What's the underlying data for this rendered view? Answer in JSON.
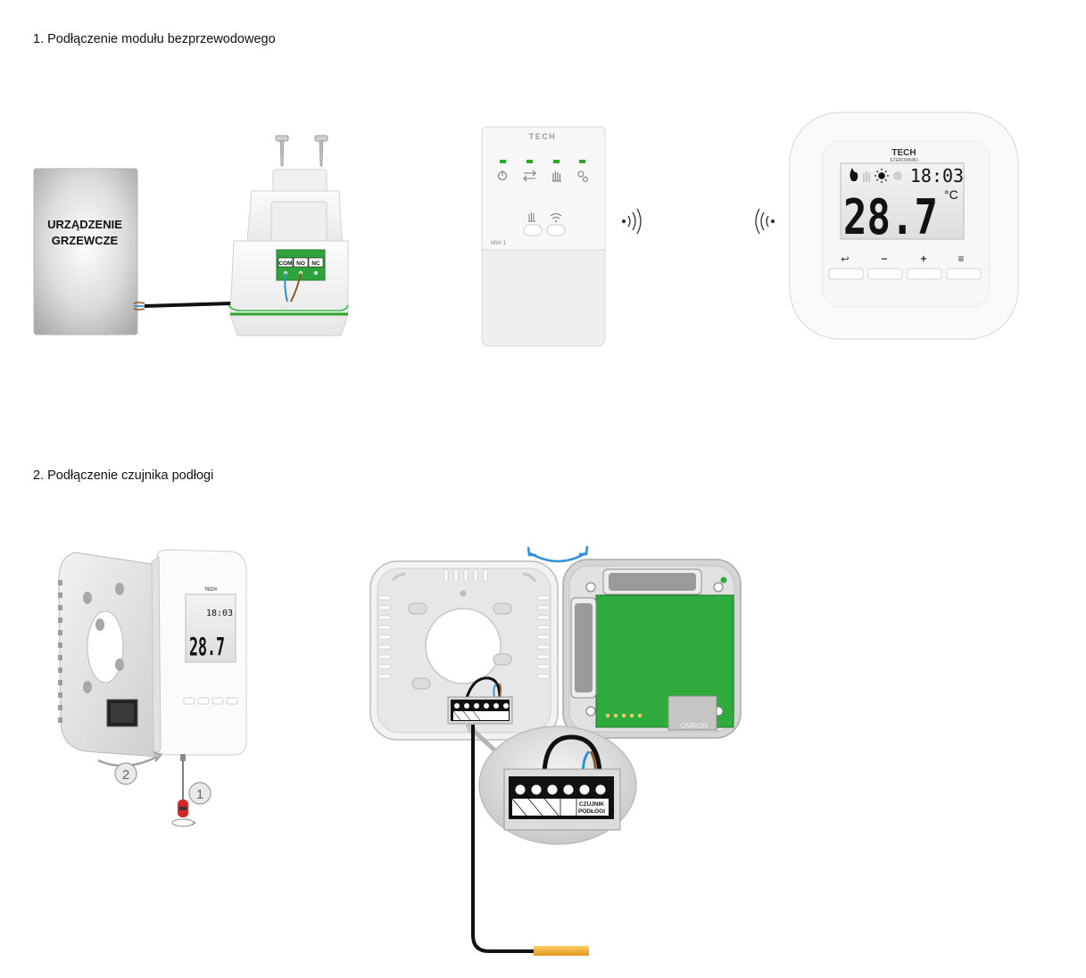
{
  "headings": {
    "step1": "1. Podłączenie modułu bezprzewodowego",
    "step2": "2. Podłączenie czujnika podłogi"
  },
  "heating_device": {
    "label_line1": "URZĄDZENIE",
    "label_line2": "GRZEWCZE"
  },
  "module_terminals": [
    "COM",
    "NO",
    "NC"
  ],
  "relay_module": {
    "brand": "TECH",
    "model": "MW-1"
  },
  "thermostat": {
    "brand": "TECH",
    "brand_sub": "STEROWNIKI",
    "time": "18:03",
    "temperature": "28.7",
    "unit": "°C",
    "button_labels": [
      "↩",
      "−",
      "+",
      "≡"
    ]
  },
  "steps": {
    "step_one": "1",
    "step_two": "2"
  },
  "terminal_block": {
    "label_line1": "CZUJNIK",
    "label_line2": "PODŁOGI"
  },
  "small_thermostat": {
    "brand": "TECH",
    "time": "18:03",
    "temperature": "28.7"
  },
  "pcb": {
    "relay_label": "OMRON"
  },
  "colors": {
    "led_green": "#2ea62e",
    "pcb_green": "#2faa3c",
    "wire_blue": "#2f8fd8",
    "wire_brown": "#8a5a2a",
    "sensor_tip": "#f2b13a",
    "screwdriver_red": "#d1262a"
  }
}
